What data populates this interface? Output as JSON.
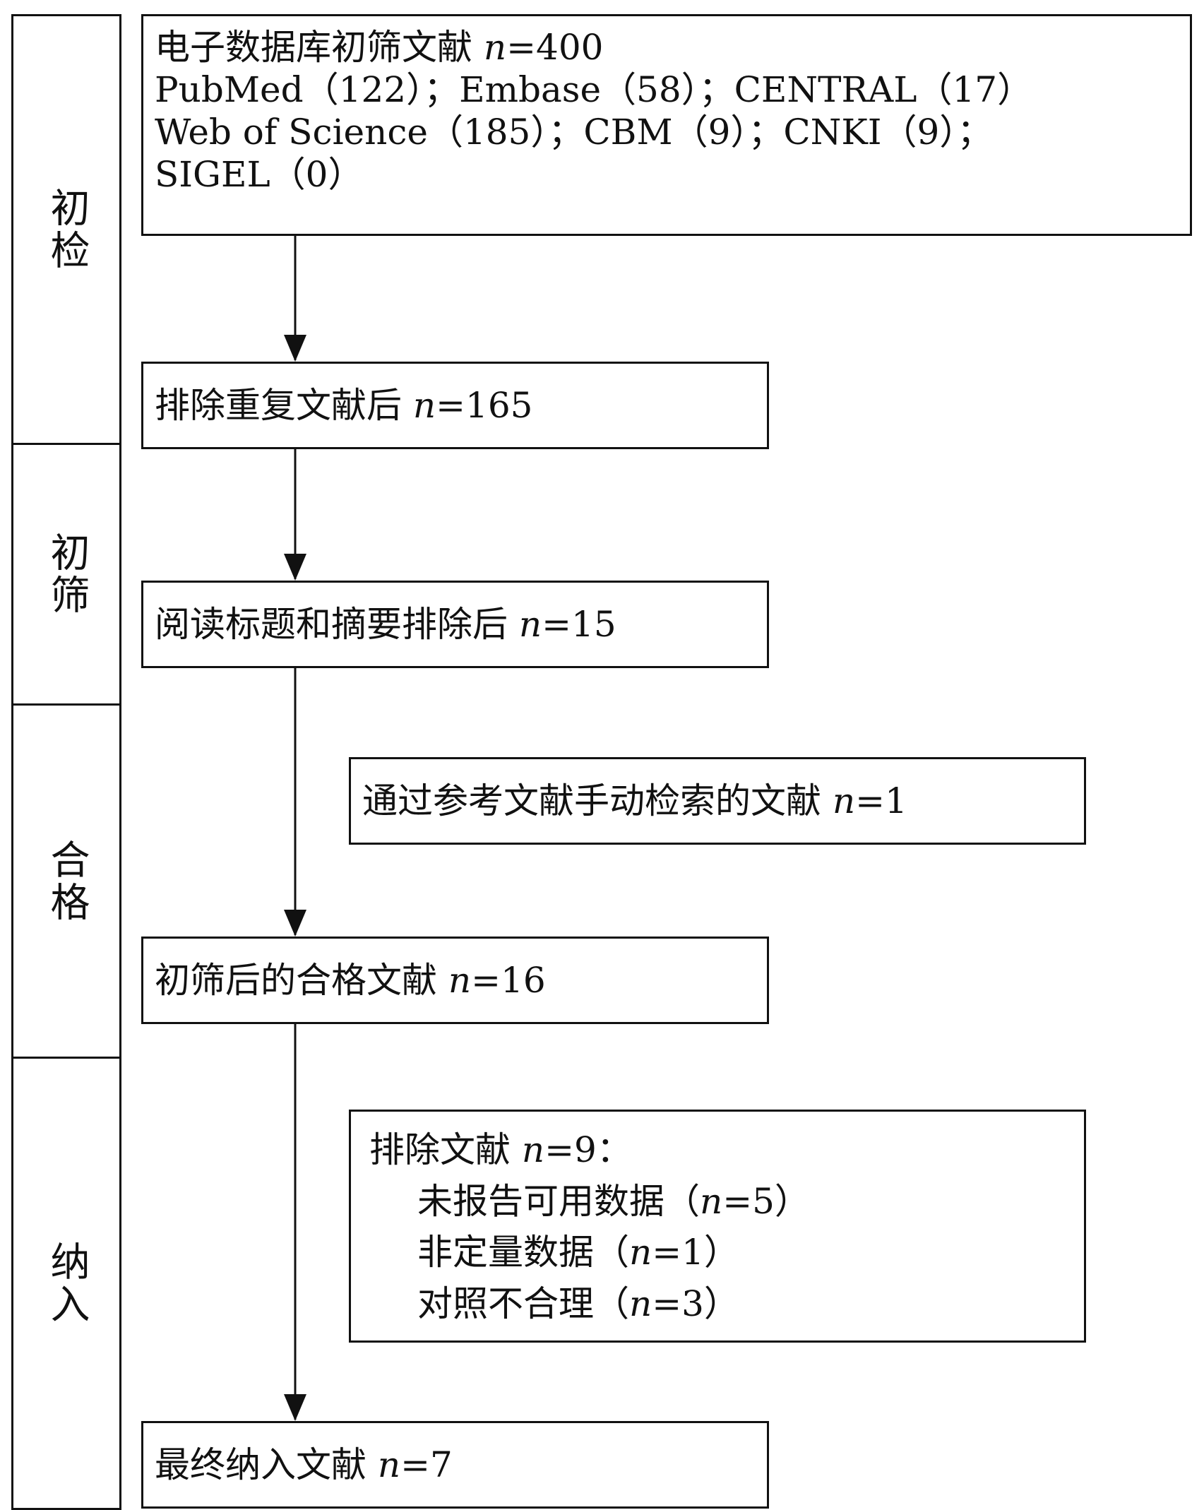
{
  "stages": [
    "初检",
    "初筛",
    "合格",
    "纳入"
  ],
  "search_box": {
    "lines": [
      {
        "prefix": "电子数据库初筛文献 ",
        "n": "400"
      },
      {
        "text": "PubMed（122）；Embase（58）；CENTRAL（17）"
      },
      {
        "text": "Web of Science（185）；CBM（9）；CNKI（9）；"
      },
      {
        "text": "SIGEL（0）"
      }
    ]
  },
  "dedup_box": {
    "prefix": "排除重复文献后 ",
    "n": "165"
  },
  "title_abstract_box": {
    "prefix": "阅读标题和摘要排除后 ",
    "n": "15"
  },
  "manual_box": {
    "prefix": "通过参考文献手动检索的文献 ",
    "n": "1"
  },
  "eligible_box": {
    "prefix": "初筛后的合格文献 ",
    "n": "16"
  },
  "excluded_box": {
    "header": {
      "prefix": "排除文献 ",
      "n": "9",
      "suffix": "："
    },
    "reasons": [
      {
        "prefix": "未报告可用数据（",
        "n": "5",
        "suffix": "）"
      },
      {
        "prefix": "非定量数据（",
        "n": "1",
        "suffix": "）"
      },
      {
        "prefix": "对照不合理（",
        "n": "3",
        "suffix": "）"
      }
    ]
  },
  "included_box": {
    "prefix": "最终纳入文献 ",
    "n": "7"
  },
  "n_symbol": "n",
  "eq_symbol": "="
}
